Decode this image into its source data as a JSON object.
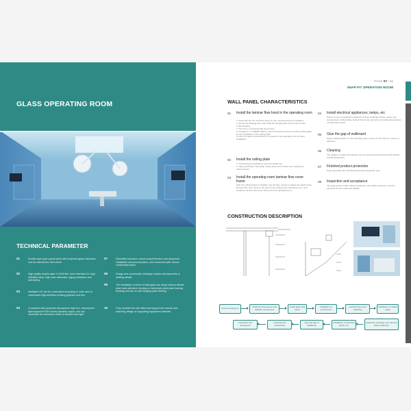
{
  "left": {
    "title": "GLASS OPERATING ROOM",
    "tech_title": "TECHNICAL PARAMETER",
    "tech_items": [
      {
        "num": "01",
        "text": "Double-layer gold crystal silica with tempered glass, thickness can be customized, 5mm-8mm"
      },
      {
        "num": "02",
        "text": "High-quality double-layer 0.1EVA film, level retardant UV high-definition lamp, high color saturation, aging resistance and anti-fading"
      },
      {
        "num": "03",
        "text": "Intelligent UV can be customized according to color card or customized high-definition printing graphics and text"
      },
      {
        "num": "04",
        "text": "Concealed stair projection atmosphere light box, atmosphere light supports RGB colorful dynamic output, and can customize the animation effect of divided color light"
      },
      {
        "num": "07",
        "text": "Diversified structure, sound comprehensive and deepened installation and process plans, and connected with various construction plans"
      },
      {
        "num": "08",
        "text": "Design and construction drawings include wall assembly or welding details"
      },
      {
        "num": "09",
        "text": "The installation scheme of wall glass can adopt various silicate plate back adhesive bonding or electrolytic steel plate framing bonding and two on-site hanging plate welding"
      },
      {
        "num": "10",
        "text": "Fully consider the site effect and support the overall color matching design of supporting equipment cabinets"
      }
    ]
  },
  "right": {
    "page_label": "PAGE",
    "page_current": "07",
    "page_total": "08",
    "page_tag": "SNAP FIT OPERATION ROOM",
    "wall_title": "WALL PANEL CHARACTERISTICS",
    "wall_items_left": [
      {
        "num": "01",
        "head": "Install the laminar flow hood in the operating room",
        "body": "1. Assemble the box and flow frame on site, and keep the box insulated\n2. Punch the hanging bars and install the hanging bars and boxed screws\n3. Box floating\n4. The box is connected with the air duct\n5. Frequency: of 100MM shall be reserved between the box and the ceiling plate for the installation of the ceiling plate\n6. After the panel is assembled, it is placed in the operating room for later installation"
      },
      {
        "num": "02",
        "head": "Install the ceiling plate",
        "body": "1. Positioning and welding of steel and angle iron\n2. Hang electrolytic steel plate ceiling plate and conduct spot welding for reinforcement"
      },
      {
        "num": "03",
        "head": "Install the operating room laminar flow cover frame",
        "body": "After the ceiling board is installed, use the blue screws to adjust the height of the laminar flow cover body to the level of the ceiling in the operating room, and install the laminar flow cover frame from the operating room"
      }
    ],
    "wall_items_right": [
      {
        "num": "04",
        "head": "Install electrical appliances, lamps, etc",
        "body": "Power-on test of equipment cabinets such as purification lamp, socket, fire viewing lamp, writing table, laminar flow hood, and joint commissioning and test of information panel"
      },
      {
        "num": "05",
        "head": "Glue the gap of wallboard",
        "body": "Paste masking paper on site and apply glue evenly on the seam to ensure no tightness"
      },
      {
        "num": "06",
        "head": "Cleaning",
        "body": "The surface of walls and cabinets can be cleaned and disinfected with alcohol and 84 disinfectant"
      },
      {
        "num": "07",
        "head": "Finished product protection",
        "body": "Paste protective film and finished product protection seal"
      },
      {
        "num": "08",
        "head": "Inspection and acceptance",
        "body": "The plug surface is flat, without scratches, with stable structures, and the electrical circuit is safe and reliable"
      }
    ],
    "construction_title": "CONSTRUCTION DESCRIPTION",
    "flow_row1": [
      "Ground setting out",
      "Install the ground keel and wallsthe vertical keel",
      "Install glass wall panel",
      "Installation of instruments",
      "Laminar flow hood branding",
      "Installation of ceiling plate"
    ],
    "flow_row2": [
      "Inspection and acceptance",
      "Cleaning and moisturized",
      "Glue the gap of wallboard",
      "Installation of electrical lamps, etc",
      "Install the operating room laminar flow hood/cover"
    ]
  },
  "colors": {
    "teal": "#2f8a85",
    "dark_teal": "#1f6f6a"
  }
}
